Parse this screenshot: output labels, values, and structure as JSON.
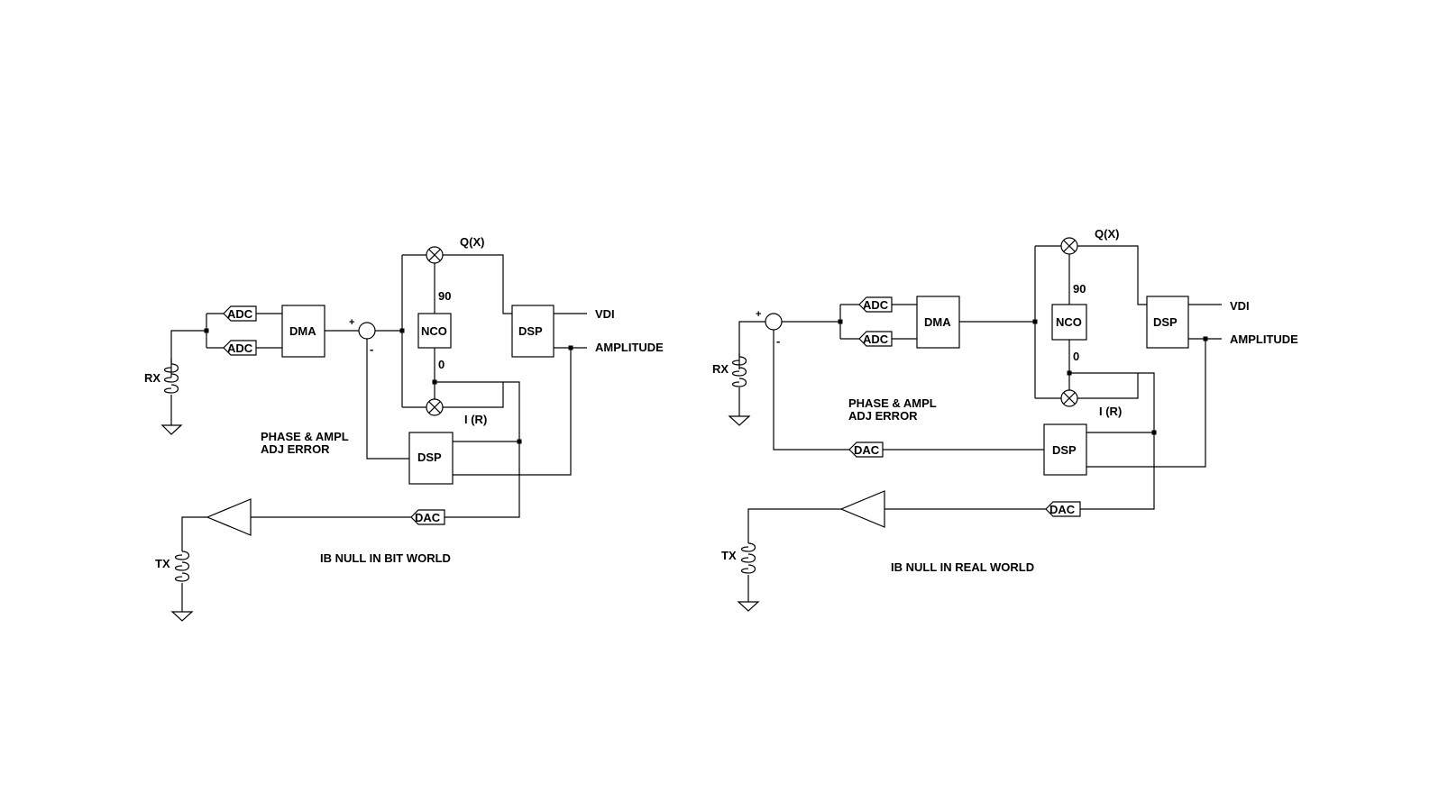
{
  "left": {
    "caption": "IB NULL IN BIT WORLD",
    "rx": "RX",
    "tx": "TX",
    "adc_top": "ADC",
    "adc_bottom": "ADC",
    "dma": "DMA",
    "nco": "NCO",
    "dsp_main": "DSP",
    "dsp_error": "DSP",
    "dac": "DAC",
    "q": "Q(X)",
    "i": "I (R)",
    "deg90": "90",
    "deg0": "0",
    "vdi": "VDI",
    "amplitude": "AMPLITUDE",
    "plus": "+",
    "minus": "-",
    "error_line1": "PHASE & AMPL",
    "error_line2": "ADJ ERROR"
  },
  "right": {
    "caption": "IB NULL IN REAL WORLD",
    "rx": "RX",
    "tx": "TX",
    "adc_top": "ADC",
    "adc_bottom": "ADC",
    "dma": "DMA",
    "nco": "NCO",
    "dsp_main": "DSP",
    "dsp_error": "DSP",
    "dac_top": "DAC",
    "dac_bottom": "DAC",
    "q": "Q(X)",
    "i": "I (R)",
    "deg90": "90",
    "deg0": "0",
    "vdi": "VDI",
    "amplitude": "AMPLITUDE",
    "plus": "+",
    "minus": "-",
    "error_line1": "PHASE & AMPL",
    "error_line2": "ADJ ERROR"
  }
}
